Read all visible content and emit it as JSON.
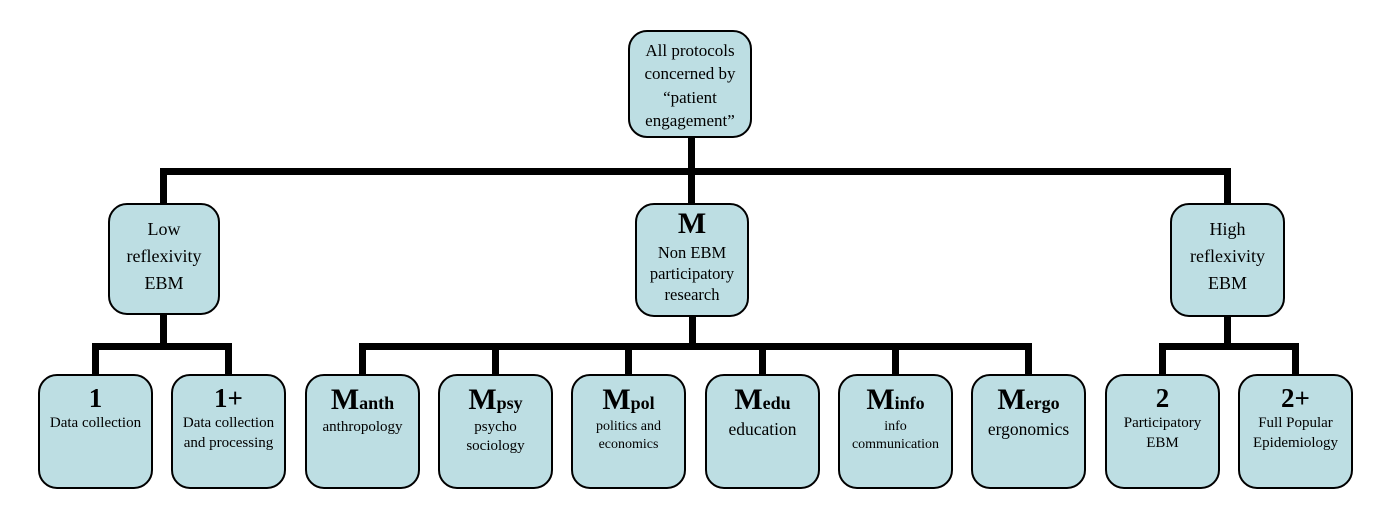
{
  "diagram": {
    "type": "tree",
    "colors": {
      "node_fill": "#bddee3",
      "node_border": "#000000",
      "connector": "#000000",
      "background": "#ffffff"
    },
    "nodes": {
      "root": {
        "label": "All protocols\nconcerned by\n“patient\nengagement”"
      },
      "low": {
        "label": "Low\nreflexivity\nEBM"
      },
      "m": {
        "code": "M",
        "label": "Non EBM\nparticipatory\nresearch"
      },
      "high": {
        "label": "High\nreflexivity\nEBM"
      },
      "n1": {
        "code": "1",
        "label": "Data collection"
      },
      "n1p": {
        "code": "1+",
        "label": "Data collection\nand processing"
      },
      "manth": {
        "code": "M",
        "code_sub": "anth",
        "label": "anthropology"
      },
      "mpsy": {
        "code": "M",
        "code_sub": "psy",
        "label": "psycho\nsociology"
      },
      "mpol": {
        "code": "M",
        "code_sub": "pol",
        "label": "politics and\neconomics"
      },
      "medu": {
        "code": "M",
        "code_sub": "edu",
        "label": "education"
      },
      "minfo": {
        "code": "M",
        "code_sub": "info",
        "label": "info\ncommunication"
      },
      "mergo": {
        "code": "M",
        "code_sub": "ergo",
        "label": "ergonomics"
      },
      "n2": {
        "code": "2",
        "label": "Participatory\nEBM"
      },
      "n2p": {
        "code": "2+",
        "label": "Full Popular\nEpidemiology"
      }
    },
    "hierarchy": {
      "root": [
        "low",
        "m",
        "high"
      ],
      "low": [
        "n1",
        "n1p"
      ],
      "m": [
        "manth",
        "mpsy",
        "mpol",
        "medu",
        "minfo",
        "mergo"
      ],
      "high": [
        "n2",
        "n2p"
      ]
    }
  }
}
